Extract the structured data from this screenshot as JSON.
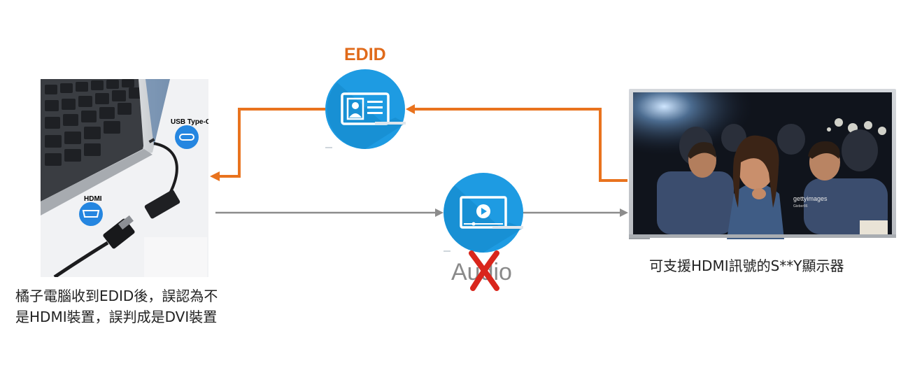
{
  "edid_label": "EDID",
  "audio_label": "Audio",
  "tv_caption": "可支援HDMI訊號的S**Y顯示器",
  "laptop_caption_lines": [
    "橘子電腦收到EDID後，誤認為不",
    "是HDMI裝置，誤判成是DVI裝置"
  ],
  "laptop_photo": {
    "usb_label": "USB Type-C",
    "hdmi_label": "HDMI"
  },
  "tv_screen": {
    "watermark": "gettyimages",
    "watermark_sub": "Gieber86"
  },
  "colors": {
    "edid_arrow": "#e9731e",
    "signal_arrow": "#8c8c8c",
    "icon_circle": "#1e9be2",
    "reject_x": "#d9261c"
  },
  "icons": {
    "edid": "id-card-icon",
    "audio": "video-player-icon"
  }
}
